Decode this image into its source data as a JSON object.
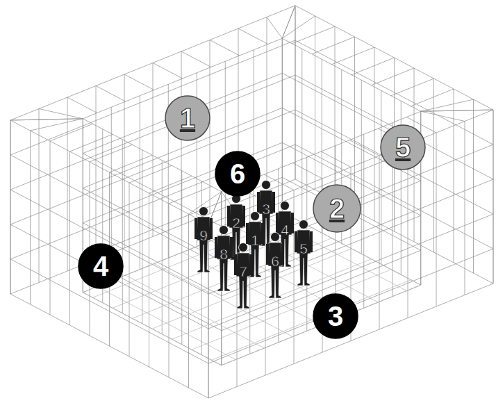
{
  "diagram": {
    "nodes": [
      {
        "text": [
          "1"
        ]
      },
      {
        "text": [
          "5"
        ]
      },
      {
        "text": [
          "6"
        ]
      },
      {
        "text": [
          "2"
        ]
      },
      {
        "text": [
          "4"
        ]
      },
      {
        "text": [
          "3"
        ]
      }
    ],
    "labels": [
      "3",
      "2",
      "4",
      "9",
      "1",
      "5",
      "8",
      "6",
      "7"
    ]
  }
}
